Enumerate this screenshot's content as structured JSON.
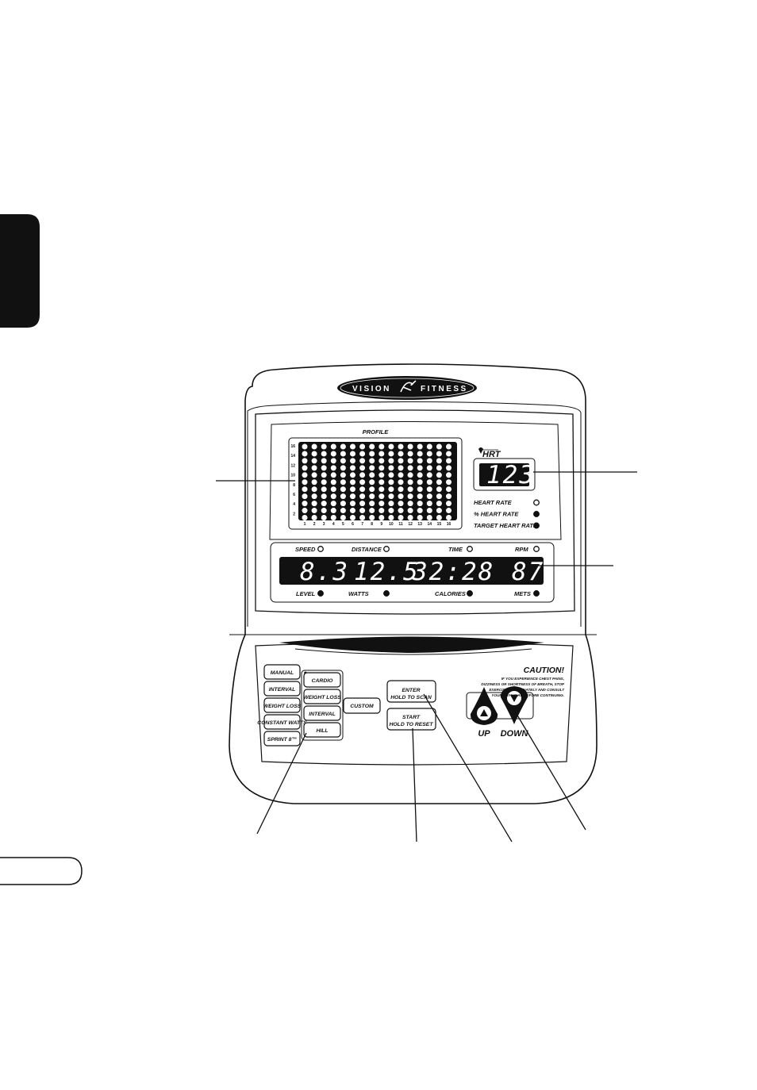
{
  "brand": {
    "left": "VISION",
    "right": "FITNESS"
  },
  "profile": {
    "title": "PROFILE",
    "y_labels": [
      "16",
      "14",
      "12",
      "10",
      "8",
      "6",
      "4",
      "2"
    ],
    "x_labels": [
      "1",
      "2",
      "3",
      "4",
      "5",
      "6",
      "7",
      "8",
      "9",
      "10",
      "11",
      "12",
      "13",
      "14",
      "15",
      "16"
    ],
    "columns": 16,
    "rows": 11
  },
  "hrt_logo": "HRT",
  "heart_display": {
    "value": "123"
  },
  "heart_indicators": [
    {
      "label": "HEART RATE",
      "state": "off"
    },
    {
      "label": "% HEART RATE",
      "state": "on"
    },
    {
      "label": "TARGET HEART RATE",
      "state": "on"
    }
  ],
  "top_indicators": [
    {
      "label": "SPEED",
      "state": "off"
    },
    {
      "label": "DISTANCE",
      "state": "off"
    },
    {
      "label": "TIME",
      "state": "off"
    },
    {
      "label": "RPM",
      "state": "off"
    }
  ],
  "readouts": [
    "8.3",
    "12.5",
    "32:28",
    "87"
  ],
  "bottom_indicators": [
    {
      "label": "LEVEL",
      "state": "on"
    },
    {
      "label": "WATTS",
      "state": "on"
    },
    {
      "label": "CALORIES",
      "state": "on"
    },
    {
      "label": "METS",
      "state": "on"
    }
  ],
  "program_buttons": [
    "MANUAL",
    "INTERVAL",
    "WEIGHT LOSS",
    "CONSTANT WATTS",
    "SPRINT 8™"
  ],
  "hrt_buttons": [
    "CARDIO",
    "WEIGHT LOSS",
    "INTERVAL",
    "HILL"
  ],
  "custom_button": "CUSTOM",
  "enter_button": {
    "label": "ENTER",
    "sub": "HOLD TO SCAN"
  },
  "start_button": {
    "label": "START",
    "sub": "HOLD TO RESET"
  },
  "arrows": {
    "up": "UP",
    "down": "DOWN"
  },
  "caution": {
    "title": "CAUTION!",
    "lines": [
      "IF YOU EXPERIENCE CHEST PAINS,",
      "DIZZINESS OR SHORTNESS OF BREATH, STOP",
      "EXERCISING IMMEDIATELY AND CONSULT",
      "YOUR PHYSICIAN BEFORE CONTINUING."
    ]
  },
  "colors": {
    "ink": "#111111",
    "paper": "#ffffff",
    "led": "#ffffff"
  }
}
